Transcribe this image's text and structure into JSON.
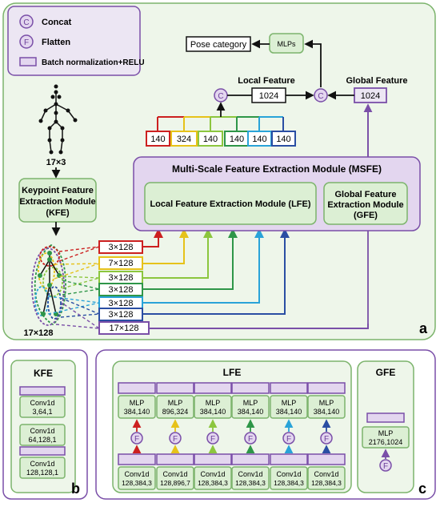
{
  "legend": {
    "concat_symbol": "C",
    "concat_label": "Concat",
    "flatten_symbol": "F",
    "flatten_label": "Flatten",
    "bn_label": "Batch normalization+RELU"
  },
  "panel_a": {
    "tag": "a",
    "pose_category": "Pose category",
    "mlps": "MLPs",
    "local_feature_title": "Local  Feature",
    "local_feature_value": "1024",
    "global_feature_title": "Global Feature",
    "global_feature_value": "1024",
    "concat_symbol": "C",
    "keypoint_dims": "17×3",
    "kfe_lines": [
      "Keypoint Feature",
      "Extraction Module",
      "(KFE)"
    ],
    "features_dims": "17×128",
    "msfe_title": "Multi-Scale Feature Extraction Module (MSFE)",
    "lfe_label": "Local  Feature Extraction Module (LFE)",
    "gfe_lines": [
      "Global Feature",
      "Extraction Module",
      "(GFE)"
    ],
    "feature_boxes": [
      "140",
      "324",
      "140",
      "140",
      "140",
      "140"
    ],
    "input_boxes": [
      "3×128",
      "7×128",
      "3×128",
      "3×128",
      "3×128",
      "3×128",
      "17×128"
    ]
  },
  "panel_b": {
    "tag": "b",
    "title": "KFE",
    "convs": [
      {
        "name": "Conv1d",
        "params": "3,64,1"
      },
      {
        "name": "Conv1d",
        "params": "64,128,1"
      },
      {
        "name": "Conv1d",
        "params": "128,128,1"
      }
    ]
  },
  "panel_c": {
    "tag": "c",
    "lfe_title": "LFE",
    "gfe_title": "GFE",
    "flatten_symbol": "F",
    "mlps": [
      {
        "name": "MLP",
        "params": "384,140"
      },
      {
        "name": "MLP",
        "params": "896,324"
      },
      {
        "name": "MLP",
        "params": "384,140"
      },
      {
        "name": "MLP",
        "params": "384,140"
      },
      {
        "name": "MLP",
        "params": "384,140"
      },
      {
        "name": "MLP",
        "params": "384,140"
      }
    ],
    "convs": [
      {
        "name": "Conv1d",
        "params": "128,384,3"
      },
      {
        "name": "Conv1d",
        "params": "128,896,7"
      },
      {
        "name": "Conv1d",
        "params": "128,384,3"
      },
      {
        "name": "Conv1d",
        "params": "128,384,3"
      },
      {
        "name": "Conv1d",
        "params": "128,384,3"
      },
      {
        "name": "Conv1d",
        "params": "128,384,3"
      }
    ],
    "gfe_mlp": {
      "name": "MLP",
      "params": "2176,1024"
    }
  },
  "colors": {
    "panel_fill": "#eef6ea",
    "panel_border": "#7cb46c",
    "outer_border": "#7a4fa8",
    "purple_fill": "#e3d6ef",
    "purple_border": "#7a4fa8",
    "green_fill": "#dcefd4",
    "series": [
      "#cc2020",
      "#e6c21a",
      "#8cc63e",
      "#2e9648",
      "#29a3d8",
      "#2a4ea3",
      "#7a4fa8"
    ]
  }
}
